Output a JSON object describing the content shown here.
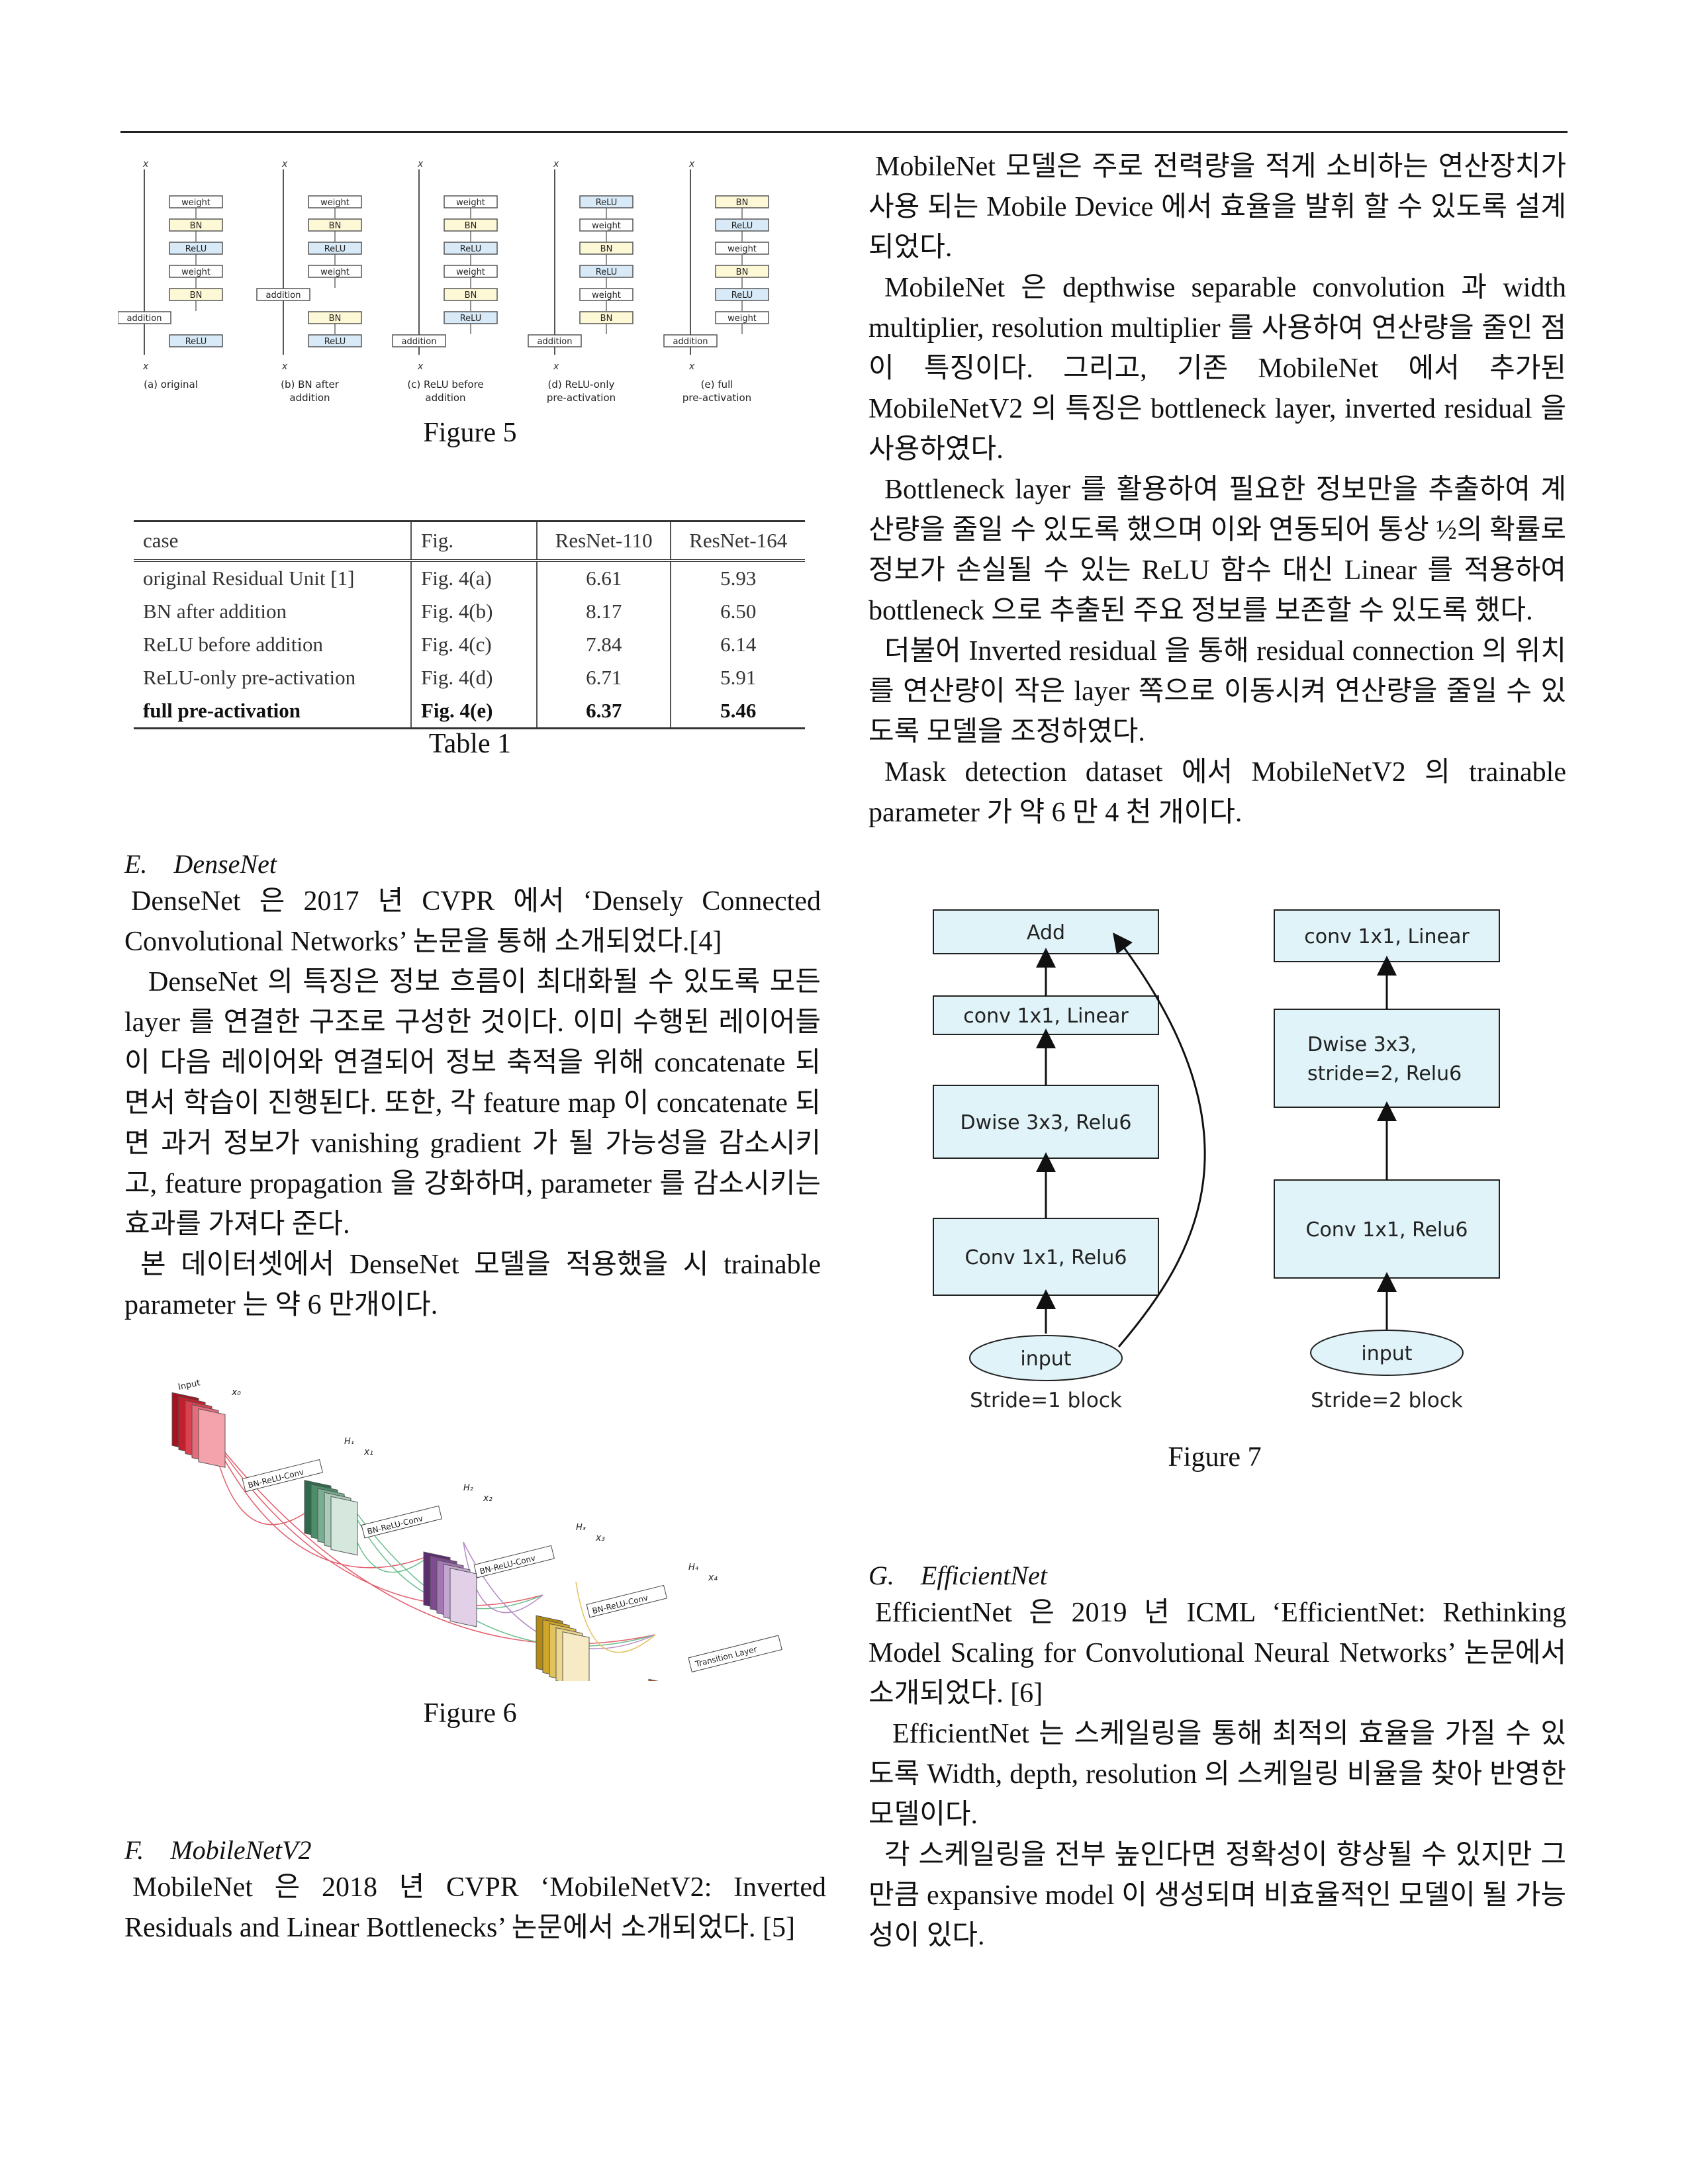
{
  "figure5": {
    "caption": "Figure 5",
    "input_label": "x",
    "output_label": "x",
    "subcaptions": [
      "(a) original",
      "(b) BN after addition",
      "(c) ReLU before addition",
      "(d) ReLU-only pre-activation",
      "(e) full pre-activation"
    ],
    "blocks": {
      "a": [
        "weight",
        "BN",
        "ReLU",
        "weight",
        "BN",
        "addition",
        "ReLU"
      ],
      "b": [
        "weight",
        "BN",
        "ReLU",
        "weight",
        "addition",
        "BN",
        "ReLU"
      ],
      "c": [
        "weight",
        "BN",
        "ReLU",
        "weight",
        "BN",
        "ReLU",
        "addition"
      ],
      "d": [
        "ReLU",
        "weight",
        "BN",
        "ReLU",
        "weight",
        "BN",
        "addition"
      ],
      "e": [
        "BN",
        "ReLU",
        "weight",
        "BN",
        "ReLU",
        "weight",
        "addition"
      ]
    }
  },
  "table1": {
    "caption": "Table 1",
    "headers": [
      "case",
      "Fig.",
      "ResNet-110",
      "ResNet-164"
    ],
    "rows": [
      [
        "original Residual Unit [1]",
        "Fig. 4(a)",
        "6.61",
        "5.93"
      ],
      [
        "BN after addition",
        "Fig. 4(b)",
        "8.17",
        "6.50"
      ],
      [
        "ReLU before addition",
        "Fig. 4(c)",
        "7.84",
        "6.14"
      ],
      [
        "ReLU-only pre-activation",
        "Fig. 4(d)",
        "6.71",
        "5.91"
      ],
      [
        "full pre-activation",
        "Fig. 4(e)",
        "6.37",
        "5.46"
      ]
    ]
  },
  "densenet": {
    "heading": "E. DenseNet",
    "p1": "DenseNet 은 2017 년 CVPR 에서 ‘Densely Connected Convolutional Networks’ 논문을 통해 소개되었다.[4]",
    "p2": "DenseNet 의 특징은 정보 흐름이 최대화될 수 있도록 모든 layer 를 연결한 구조로 구성한 것이다. 이미 수행된 레이어들이 다음 레이어와 연결되어 정보 축적을 위해 concatenate 되면서 학습이 진행된다. 또한, 각 feature map 이 concatenate 되면 과거 정보가 vanishing gradient 가 될 가능성을 감소시키고, feature propagation 을 강화하며, parameter 를 감소시키는 효과를 가져다 준다.",
    "p3": "본 데이터셋에서 DenseNet 모델을 적용했을 시 trainable parameter 는 약 6 만개이다."
  },
  "figure6": {
    "caption": "Figure 6",
    "input_label": "Input",
    "x_labels": [
      "x₀",
      "x₁",
      "x₂",
      "x₃",
      "x₄"
    ],
    "h_labels": [
      "H₁",
      "H₂",
      "H₃",
      "H₄"
    ],
    "conv_labels": [
      "BN-ReLU-Conv",
      "BN-ReLU-Conv",
      "BN-ReLU-Conv",
      "BN-ReLU-Conv"
    ],
    "transition_label": "Transition Layer"
  },
  "mobilenet": {
    "heading": "F. MobileNetV2",
    "p1": "MobileNet 은 2018 년 CVPR ‘MobileNetV2: Inverted Residuals and Linear Bottlenecks’ 논문에서 소개되었다. [5]",
    "p2": "MobileNet 모델은 주로 전력량을 적게 소비하는 연산장치가 사용 되는 Mobile Device 에서 효율을 발휘 할 수 있도록 설계되었다.",
    "p3": "MobileNet 은 depthwise separable convolution 과 width multiplier, resolution multiplier 를 사용하여 연산량을 줄인 점이 특징이다. 그리고, 기존 MobileNet 에서 추가된 MobileNetV2 의 특징은 bottleneck layer, inverted residual 을 사용하였다.",
    "p4": "Bottleneck layer 를 활용하여 필요한 정보만을 추출하여 계산량을 줄일 수 있도록 했으며 이와 연동되어 통상 ½의 확률로 정보가 손실될 수 있는 ReLU 함수 대신 Linear 를 적용하여 bottleneck 으로 추출된 주요 정보를 보존할 수 있도록 했다.",
    "p5": "더불어 Inverted residual 을 통해 residual connection 의 위치를 연산량이 작은 layer 쪽으로 이동시켜 연산량을 줄일 수 있도록 모델을 조정하였다.",
    "p6": "Mask detection dataset 에서 MobileNetV2 의 trainable parameter 가 약 6 만 4 천 개이다."
  },
  "figure7": {
    "caption": "Figure 7",
    "left_block": {
      "title": "Stride=1 block",
      "boxes": [
        "Add",
        "conv 1x1, Linear",
        "Dwise 3x3, Relu6",
        "Conv 1x1, Relu6"
      ],
      "input": "input"
    },
    "right_block": {
      "title": "Stride=2 block",
      "boxes": [
        "conv 1x1, Linear",
        "Dwise 3x3,",
        "stride=2, Relu6",
        "Conv 1x1, Relu6"
      ],
      "input": "input"
    }
  },
  "efficientnet": {
    "heading": "G. EfficientNet",
    "p1": "EfficientNet 은 2019 년 ICML ‘EfficientNet: Rethinking Model Scaling for Convolutional Neural Networks’ 논문에서 소개되었다. [6]",
    "p2": "EfficientNet 는 스케일링을 통해 최적의 효율을 가질 수 있도록 Width, depth, resolution 의 스케일링 비율을 찾아 반영한 모델이다.",
    "p3": "각 스케일링을 전부 높인다면 정확성이 향상될 수 있지만 그만큼 expansive model 이 생성되며 비효율적인 모델이 될 가능성이 있다."
  },
  "colors": {
    "box_fill": "#dff3f8",
    "bn_fill": "#fdf8d6",
    "relu_fill": "#d8eaf7"
  }
}
